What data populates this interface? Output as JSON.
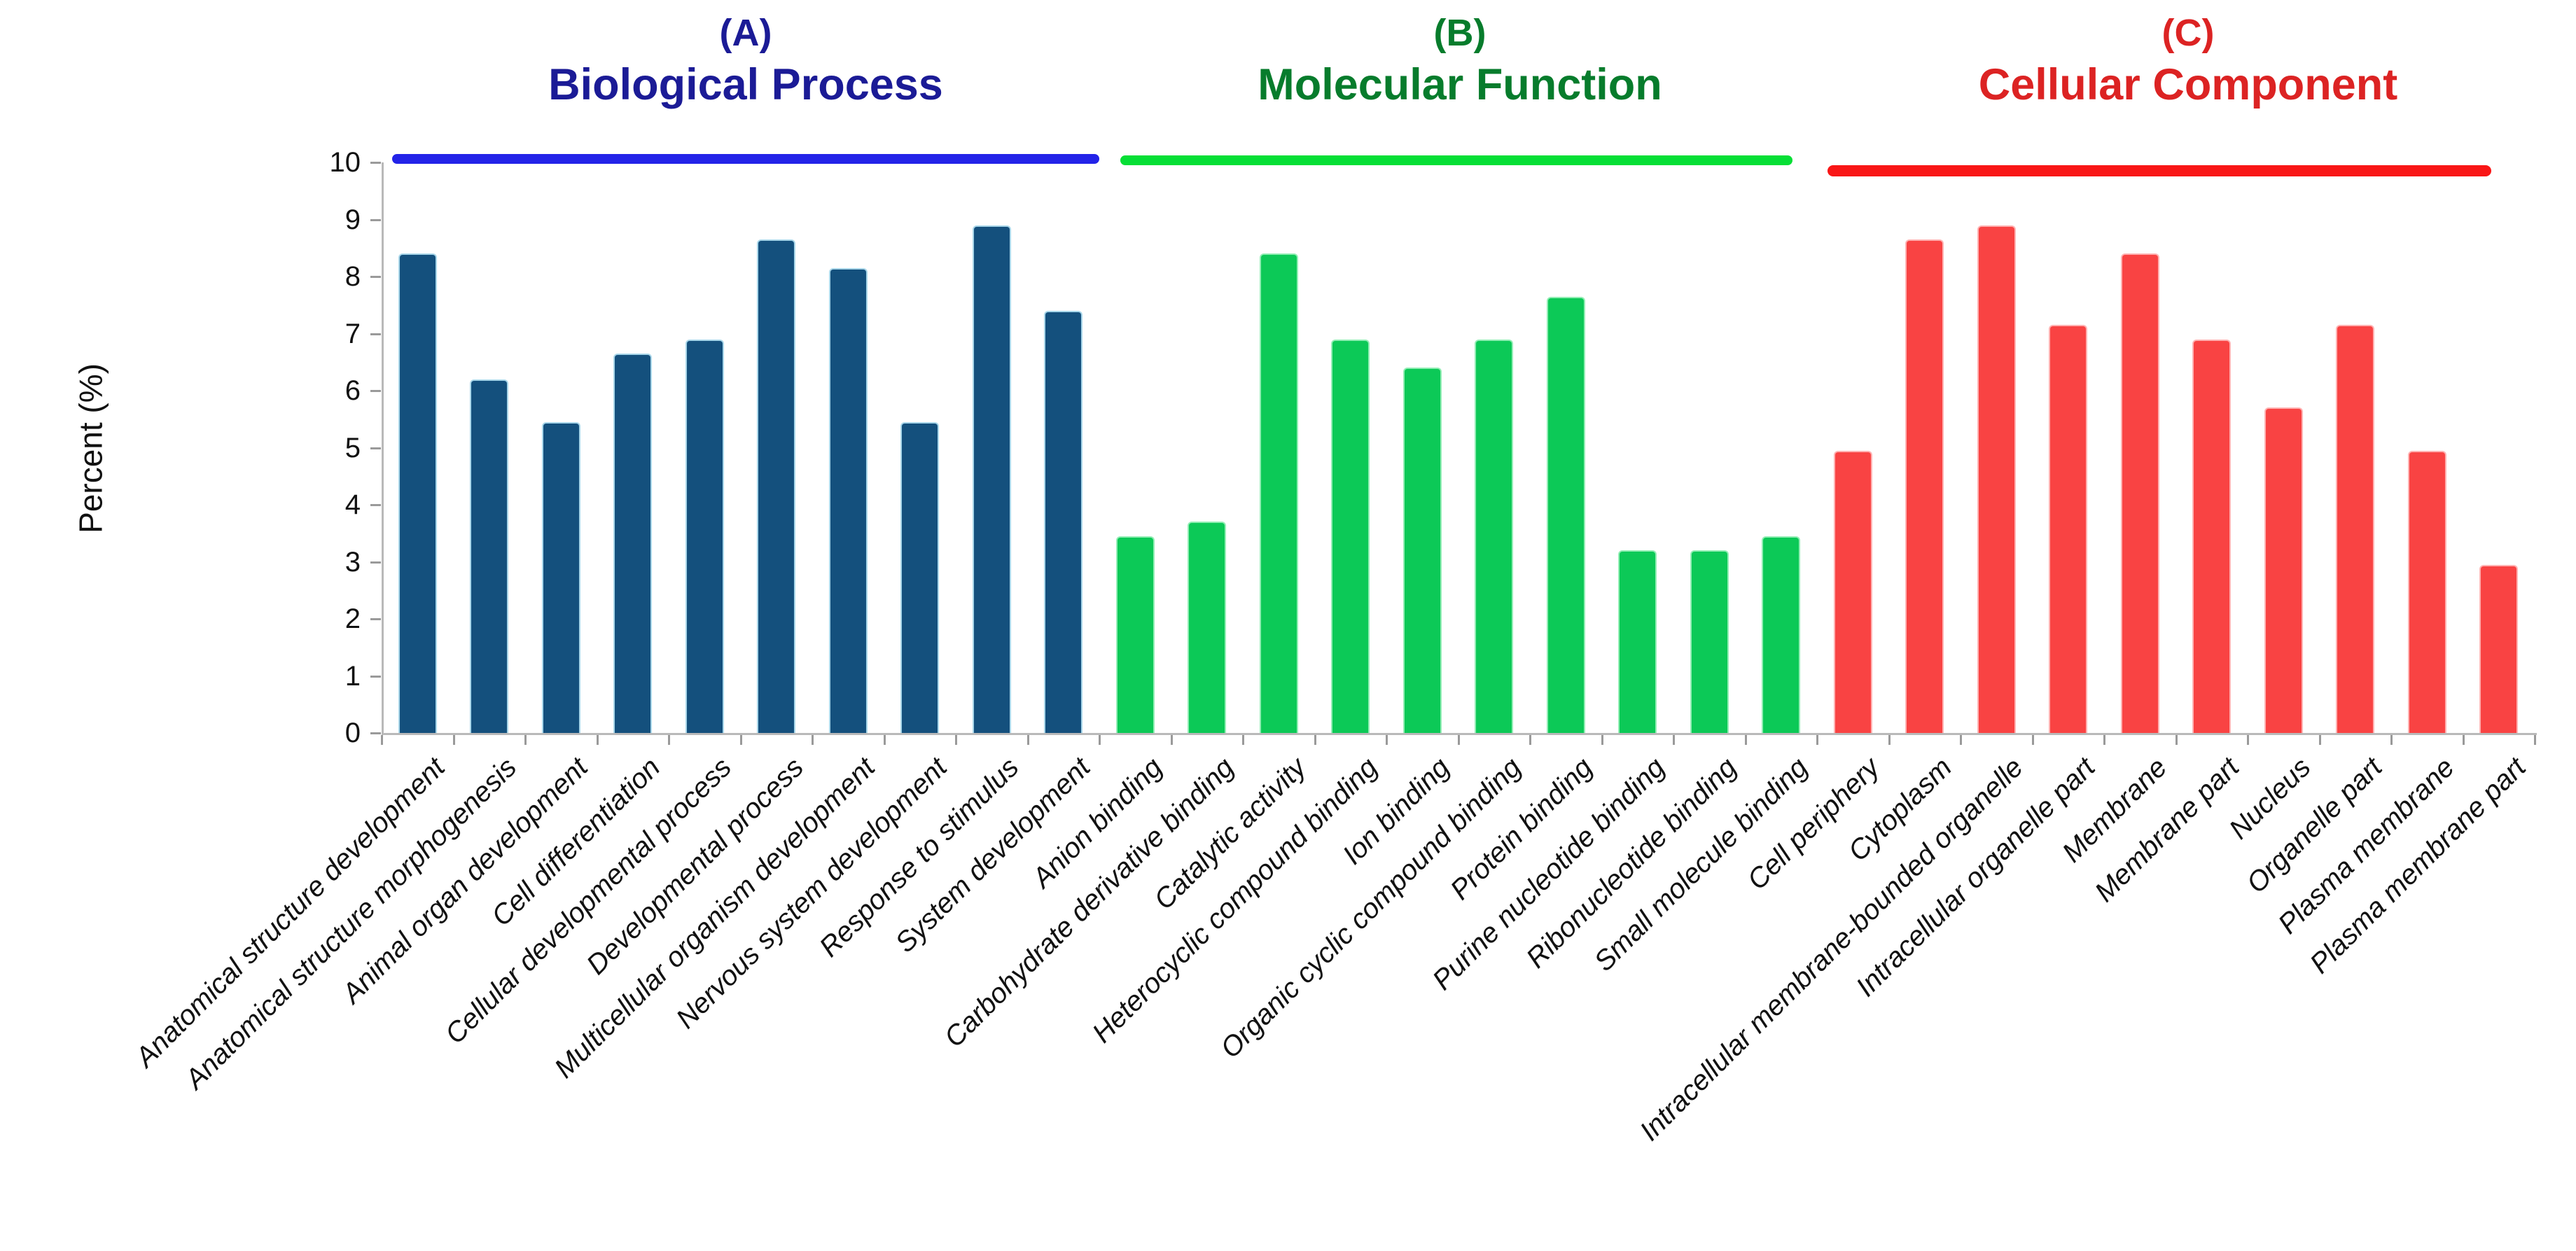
{
  "figure": {
    "background": "#ffffff",
    "axis_color": "#b9b9b9",
    "tick_color": "#9a9a9a",
    "text_color": "#111111"
  },
  "y_axis": {
    "title": "Percent (%)",
    "tick_labels": [
      "0",
      "1",
      "2",
      "3",
      "4",
      "5",
      "6",
      "7",
      "8",
      "9",
      "10"
    ],
    "min": 0,
    "max": 10
  },
  "sections": [
    {
      "letter": "(A)",
      "title": "Biological Process",
      "title_color": "#1b1b96",
      "line_color": "#2323e8",
      "bar_color": "#14507d",
      "bar_edge_color": "#a9d7ea"
    },
    {
      "letter": "(B)",
      "title": "Molecular Function",
      "title_color": "#077c2c",
      "line_color": "#06df35",
      "bar_color": "#0cc957",
      "bar_edge_color": "#93eeb5"
    },
    {
      "letter": "(C)",
      "title": "Cellular Component",
      "title_color": "#dc2323",
      "line_color": "#f91616",
      "bar_color": "#f94343",
      "bar_edge_color": "#ffb3b3"
    }
  ],
  "chart_data": {
    "type": "bar",
    "title": "",
    "xlabel": "",
    "ylabel": "Percent (%)",
    "ylim": [
      0,
      10
    ],
    "grid": false,
    "legend": "none",
    "series": [
      {
        "name": "Biological Process",
        "section": "A",
        "categories": [
          "Anatomical structure development",
          "Anatomical structure morphogenesis",
          "Animal organ development",
          "Cell differentiation",
          "Cellular developmental process",
          "Developmental process",
          "Multicellular organism development",
          "Nervous system development",
          "Response to stimulus",
          "System development"
        ],
        "values": [
          8.4,
          6.2,
          5.45,
          6.65,
          6.9,
          8.65,
          8.15,
          5.45,
          8.9,
          7.4
        ]
      },
      {
        "name": "Molecular Function",
        "section": "B",
        "categories": [
          "Anion binding",
          "Carbohydrate derivative binding",
          "Catalytic activity",
          "Heterocyclic compound binding",
          "Ion binding",
          "Organic cyclic compound binding",
          "Protein binding",
          "Purine nucleotide binding",
          "Ribonucleotide binding",
          "Small molecule binding"
        ],
        "values": [
          3.45,
          3.7,
          8.4,
          6.9,
          6.4,
          6.9,
          7.65,
          3.2,
          3.2,
          3.45
        ]
      },
      {
        "name": "Cellular Component",
        "section": "C",
        "categories": [
          "Cell periphery",
          "Cytoplasm",
          "Intracellular membrane-bounded organelle",
          "Intracellular organelle part",
          "Membrane",
          "Membrane part",
          "Nucleus",
          "Organelle part",
          "Plasma membrane",
          "Plasma membrane part"
        ],
        "values": [
          4.95,
          8.65,
          8.9,
          7.15,
          8.4,
          6.9,
          5.7,
          7.15,
          4.95,
          2.95
        ]
      }
    ]
  }
}
